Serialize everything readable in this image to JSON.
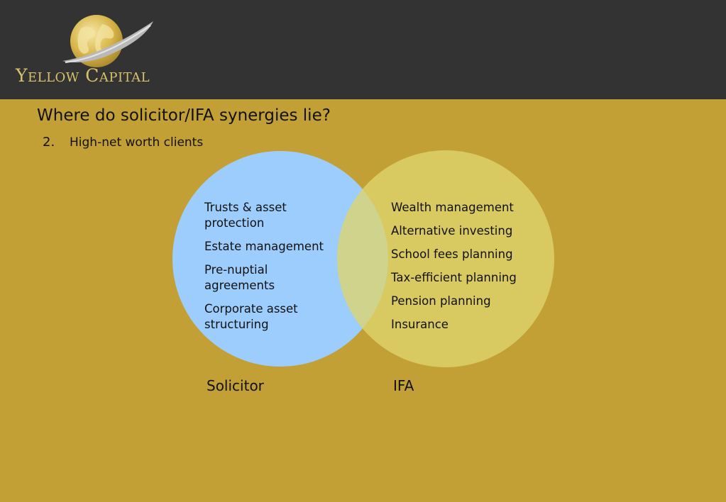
{
  "header": {
    "brand": "Yellow Capital",
    "logo_icon": "globe-logo-icon"
  },
  "slide": {
    "title": "Where do solicitor/IFA synergies lie?",
    "point_number": "2.",
    "point_text": "High-net worth clients"
  },
  "venn": {
    "left": {
      "label": "Solicitor",
      "color": "#9dcdfc",
      "items": [
        "Trusts & asset protection",
        "Estate management",
        "Pre-nuptial agreements",
        "Corporate asset structuring"
      ]
    },
    "right": {
      "label": "IFA",
      "color": "#ded56b",
      "items": [
        "Wealth management",
        "Alternative investing",
        "School fees planning",
        "Tax-efficient planning",
        "Pension planning",
        "Insurance"
      ]
    }
  },
  "colors": {
    "background": "#c2a036",
    "header": "#333333",
    "brand_text": "#d8c16a"
  }
}
